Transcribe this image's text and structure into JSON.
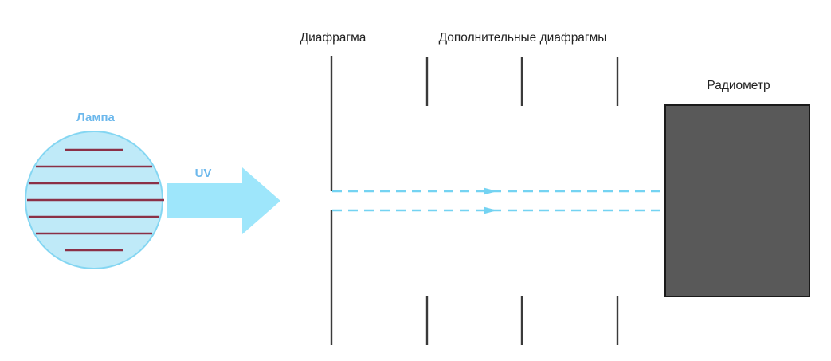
{
  "labels": {
    "lamp": "Лампа",
    "uv": "UV",
    "diaphragm": "Диафрагма",
    "extra_diaphragms": "Дополнительные диафрагмы",
    "radiometer": "Радиометр"
  },
  "colors": {
    "lamp_fill": "#bfeaf8",
    "lamp_stroke": "#84d6f2",
    "lamp_lines": "#8b3046",
    "lamp_label": "#6cb8ec",
    "uv_arrow": "#9ee6fb",
    "uv_label": "#6cb8ec",
    "beam": "#74d3f2",
    "diaphragm": "#3a3a3a",
    "radiometer_fill": "#595959",
    "radiometer_stroke": "#1a1a1a"
  },
  "components": {
    "lamp_line_count": 7,
    "additional_diaphragm_count": 3,
    "beam_count": 2
  }
}
